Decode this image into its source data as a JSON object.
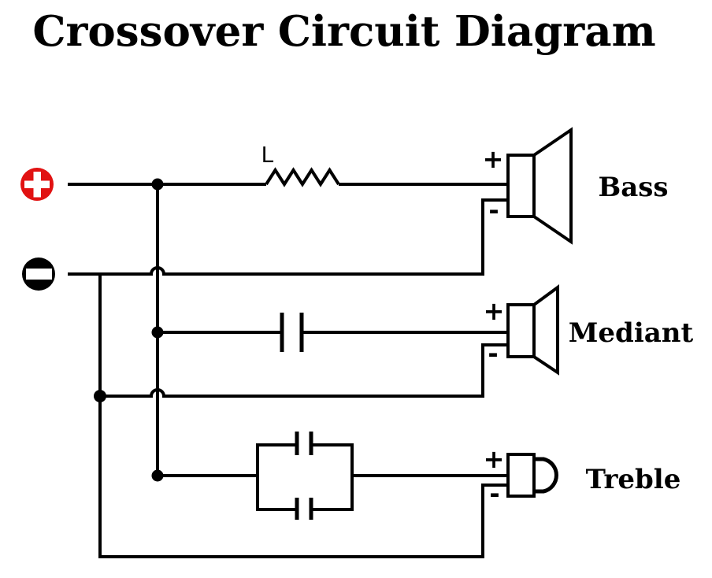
{
  "title": "Crossover Circuit Diagram",
  "colors": {
    "wire": "#000000",
    "positive_terminal": "#e11212",
    "negative_terminal": "#000000",
    "background": "#ffffff",
    "text": "#000000"
  },
  "terminals": {
    "positive_symbol": "+",
    "negative_symbol": "-"
  },
  "inductor": {
    "label": "L"
  },
  "speakers": [
    {
      "name": "Bass",
      "positive_label": "+",
      "negative_label": "-"
    },
    {
      "name": "Mediant",
      "positive_label": "+",
      "negative_label": "-"
    },
    {
      "name": "Treble",
      "positive_label": "+",
      "negative_label": "-"
    }
  ]
}
